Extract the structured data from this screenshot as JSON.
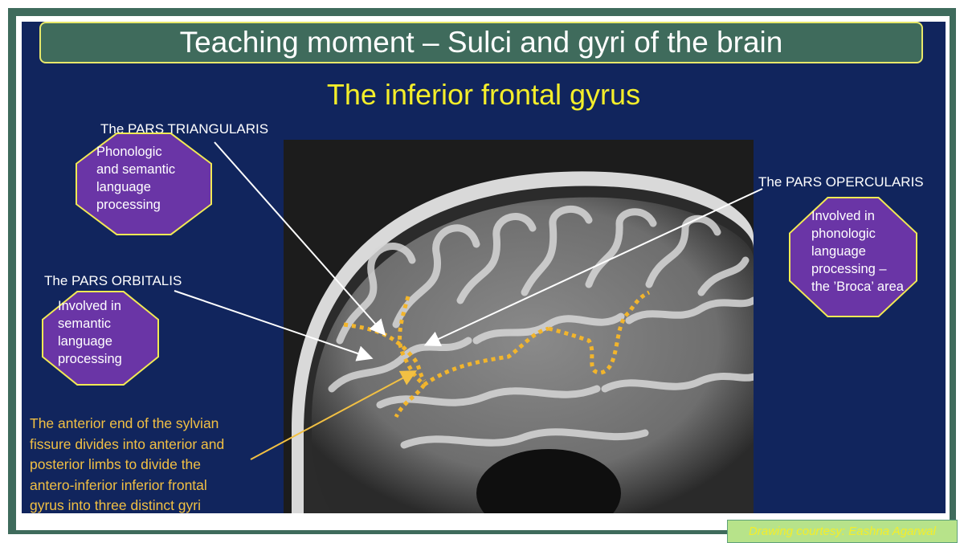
{
  "title": "Teaching moment – Sulci and gyri of the brain",
  "subtitle": "The inferior frontal gyrus",
  "labels": {
    "pars_triangularis": "The PARS TRIANGULARIS",
    "pars_opercularis": "The PARS OPERCULARIS",
    "pars_orbitalis": "The PARS ORBITALIS"
  },
  "boxes": {
    "triangularis": [
      "Phonologic",
      "and semantic",
      "language",
      "processing"
    ],
    "orbitalis": [
      "Involved in",
      "semantic",
      "language",
      "processing"
    ],
    "opercularis": [
      "Involved in",
      "phonologic",
      "language",
      "processing –",
      "the ’Broca’ area"
    ]
  },
  "fissure_note": [
    "The anterior end of the sylvian",
    "fissure divides into anterior and",
    "posterior limbs to divide the",
    "antero-inferior inferior frontal",
    "gyrus into three distinct gyri"
  ],
  "credit": "Drawing courtesy: Eashna Agarwal",
  "colors": {
    "frame": "#3f6b5c",
    "slide_bg": "#11255d",
    "title_accent": "#f4ee2a",
    "box_fill": "#6a35a6",
    "box_border": "#f2ea54",
    "dotted_line": "#f2b52c"
  }
}
